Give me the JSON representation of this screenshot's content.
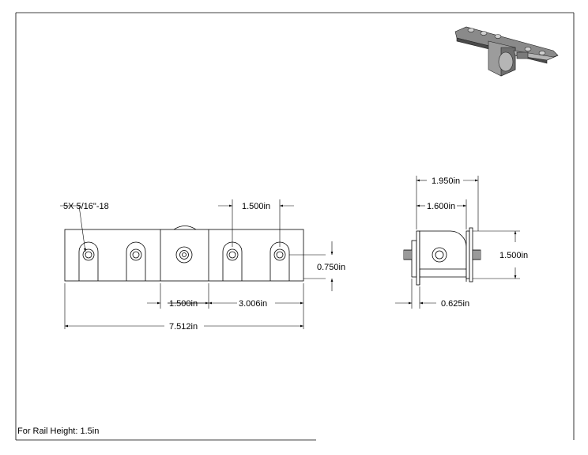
{
  "note": "For Rail Height: 1.5in",
  "front_view": {
    "callout": "5X 5/16\"-18",
    "dim_spacing_top": "1.500in",
    "dim_height": "0.750in",
    "dim_spacing_bottom": "1.500in",
    "dim_center_span": "3.006in",
    "dim_overall": "7.512in"
  },
  "side_view": {
    "dim_overall_width": "1.950in",
    "dim_inner_width": "1.600in",
    "dim_height": "1.500in",
    "dim_offset": "0.625in"
  },
  "colors": {
    "line": "#000000",
    "part_fill": "#ffffff",
    "iso_dark": "#4a4a4a",
    "iso_mid": "#7a7a7a",
    "iso_light": "#b5b5b5"
  }
}
